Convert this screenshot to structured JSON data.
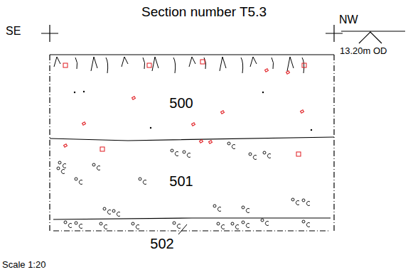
{
  "diagram": {
    "title": "Section number T5.3",
    "labels": [
      "SE",
      "NW",
      "13.20m OD",
      "500",
      "501",
      "502",
      "Scale 1:20"
    ]
  }
}
